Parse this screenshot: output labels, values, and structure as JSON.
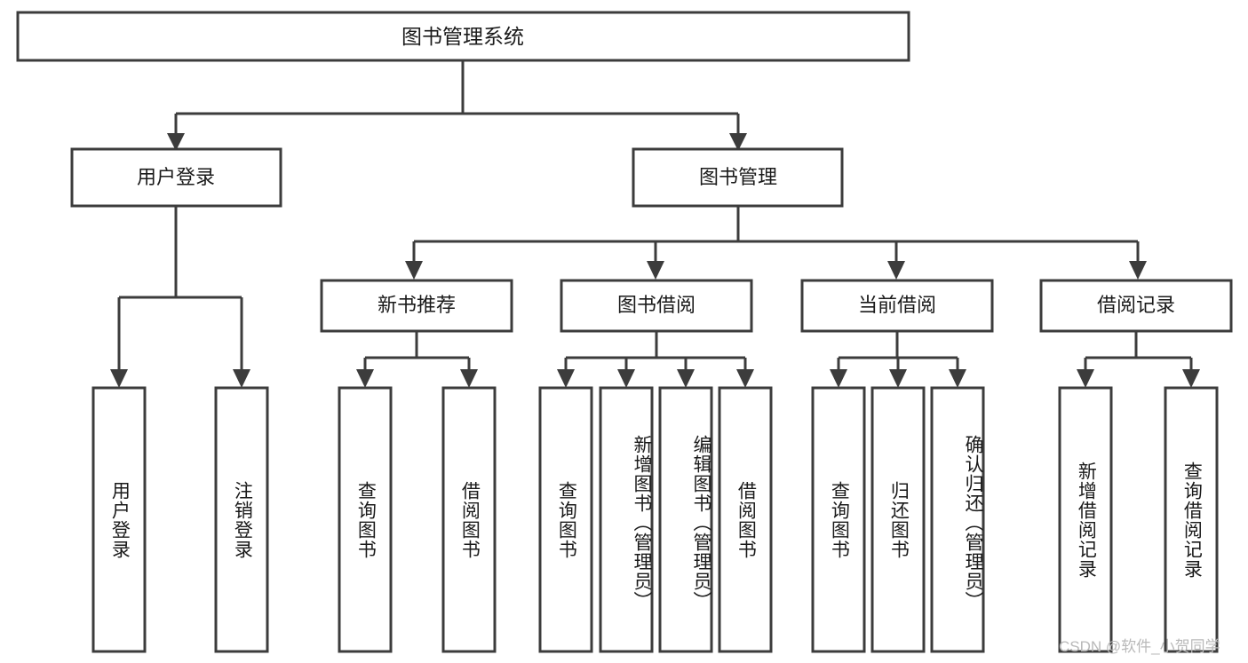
{
  "diagram": {
    "type": "tree",
    "title": "图书管理系统",
    "root": {
      "label": "图书管理系统"
    },
    "level2": [
      {
        "label": "用户登录"
      },
      {
        "label": "图书管理"
      }
    ],
    "level3": [
      {
        "label": "新书推荐"
      },
      {
        "label": "图书借阅"
      },
      {
        "label": "当前借阅"
      },
      {
        "label": "借阅记录"
      }
    ],
    "leaves": {
      "user_login": [
        {
          "label": "用户登录"
        },
        {
          "label": "注销登录"
        }
      ],
      "new_book_recommend": [
        {
          "label": "查询图书"
        },
        {
          "label": "借阅图书"
        }
      ],
      "book_borrow": [
        {
          "label": "查询图书"
        },
        {
          "label": "新增图书（管理员）"
        },
        {
          "label": "编辑图书（管理员）"
        },
        {
          "label": "借阅图书"
        }
      ],
      "current_borrow": [
        {
          "label": "查询图书"
        },
        {
          "label": "归还图书"
        },
        {
          "label": "确认归还（管理员）"
        }
      ],
      "borrow_record": [
        {
          "label": "新增借阅记录"
        },
        {
          "label": "查询借阅记录"
        }
      ]
    }
  },
  "watermark": {
    "text": "CSDN @软件_小贺同学"
  },
  "colors": {
    "stroke": "#3c3c3c",
    "fill": "#ffffff",
    "text": "#1a1a1a",
    "watermark": "#b9b9b9"
  }
}
